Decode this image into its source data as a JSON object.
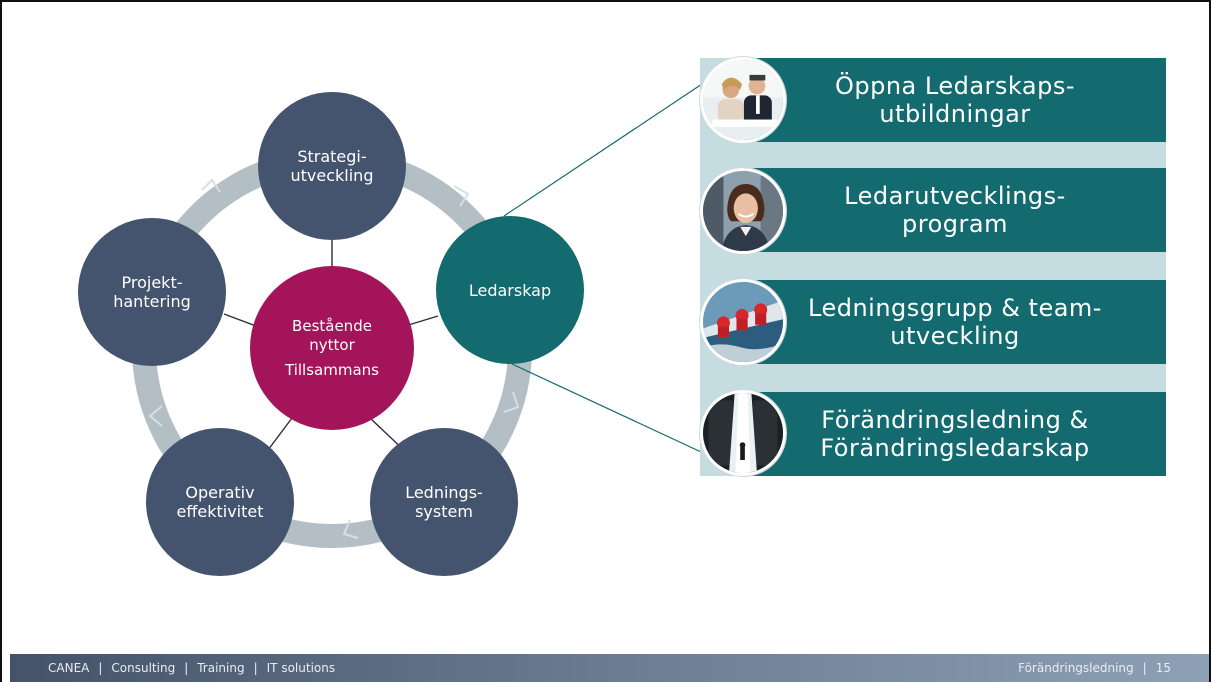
{
  "diagram": {
    "center": {
      "line1": "Bestående",
      "line2": "nyttor",
      "line3": "Tillsammans"
    },
    "nodes": [
      {
        "line1": "Strategi-",
        "line2": "utveckling"
      },
      {
        "line1": "Ledarskap",
        "line2": ""
      },
      {
        "line1": "Lednings-",
        "line2": "system"
      },
      {
        "line1": "Operativ",
        "line2": "effektivitet"
      },
      {
        "line1": "Projekt-",
        "line2": "hantering"
      }
    ],
    "colors": {
      "node": "#44536e",
      "highlight": "#136a6f",
      "center": "#a3145a",
      "ring": "#b3bfc4"
    }
  },
  "banners": [
    {
      "line1": "Öppna Ledarskaps-",
      "line2": "utbildningar",
      "image_icon": "business-meeting-photo"
    },
    {
      "line1": "Ledarutvecklings-",
      "line2": "program",
      "image_icon": "businesswoman-photo"
    },
    {
      "line1": "Ledningsgrupp & team-",
      "line2": "utveckling",
      "image_icon": "sailing-team-photo"
    },
    {
      "line1": "Förändringsledning &",
      "line2": "Förändringsledarskap",
      "image_icon": "light-door-photo"
    }
  ],
  "footer": {
    "company": "CANEA",
    "item1": "Consulting",
    "item2": "Training",
    "item3": "IT solutions",
    "section": "Förändringsledning",
    "page": "15"
  }
}
